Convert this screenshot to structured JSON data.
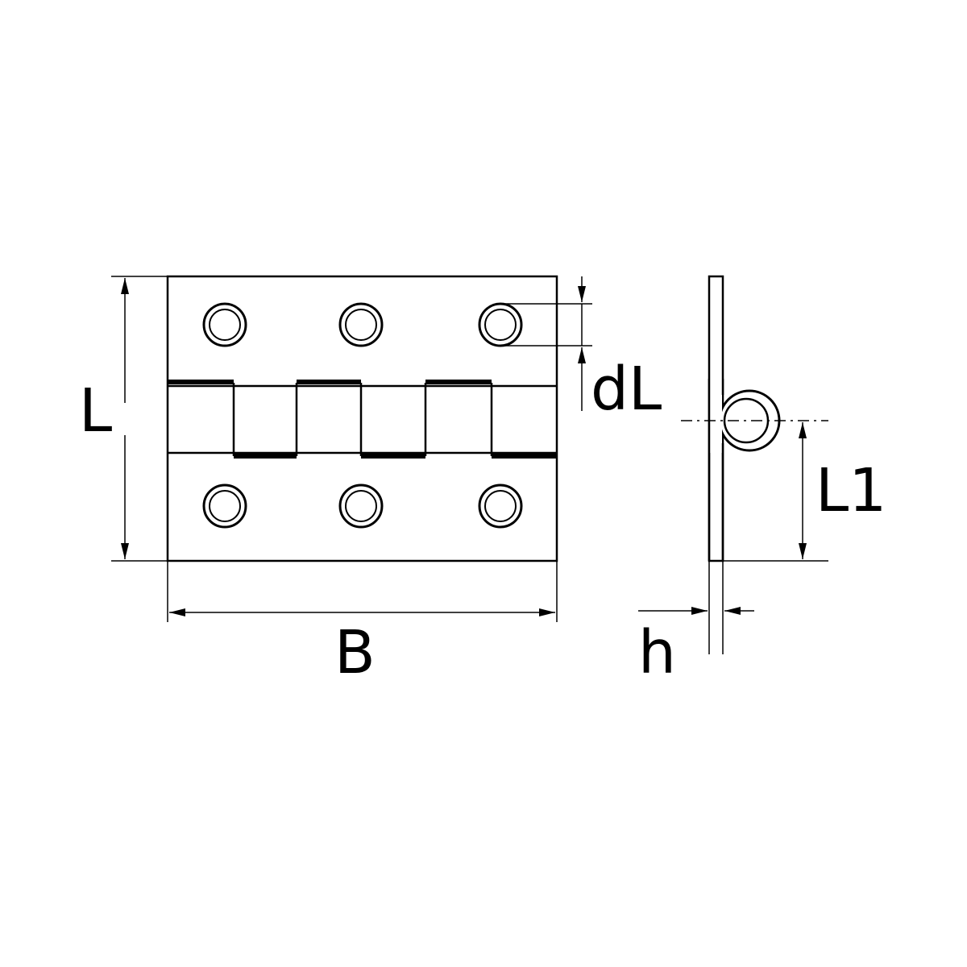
{
  "labels": {
    "length": "L",
    "width": "B",
    "hole_diameter": "dL",
    "pin_offset": "L1",
    "thickness": "h"
  },
  "colors": {
    "line": "#000000",
    "background": "#ffffff"
  },
  "hole_count": 6,
  "knuckle_count": 6
}
